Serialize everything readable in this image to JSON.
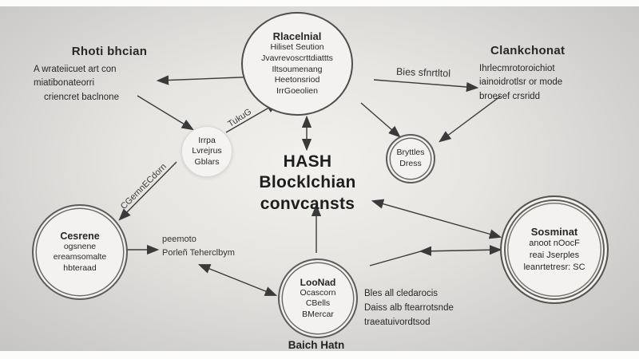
{
  "diagram": {
    "center_title": {
      "lines": [
        "HASH",
        "Blocklchian",
        "convcansts"
      ]
    },
    "top_left": {
      "title": "Rhoti bhcian",
      "lines": [
        "A wrateiicuet art con",
        "miatibonateorri",
        "criencret baclnone"
      ]
    },
    "top_right": {
      "title": "Clankchonat",
      "lines": [
        "Ihrlecmrotoroichiot",
        "iainoidrotlsr or mode",
        "broesef crsridd"
      ]
    },
    "top_circle": {
      "lines": [
        "Rlacelnial",
        "Hiliset Seution",
        "Jvavrevoscrttdiattts",
        "Iltsoumenang",
        "Heetonsriod",
        "IrrGoeolien"
      ]
    },
    "left_small_circle": {
      "lines": [
        "Irrpa",
        "Lvrejrus",
        "Gblars"
      ]
    },
    "right_small_circle": {
      "lines": [
        "Bryttles",
        "Dress"
      ]
    },
    "left_circle": {
      "lines": [
        "Cesrene",
        "ogsnene",
        "ereamsomalte",
        "hbteraad"
      ]
    },
    "bottom_circle": {
      "lines": [
        "LooNad",
        "Ocascorn",
        "CBells",
        "BMercar"
      ]
    },
    "right_circle": {
      "lines": [
        "Sosminat",
        "anoot nOocF",
        "reai Jserples",
        "leanrtetresr: SC"
      ]
    },
    "bottom_caption": "Baich Hatn",
    "bottom_right_text": {
      "lines": [
        "Bles all cledarocis",
        "Daiss alb ftearrotsnde",
        "traeatuivordtsod"
      ]
    },
    "labels": {
      "bies": "Bies sfnrtltol",
      "tukng": "TukuG",
      "cgern": "CGernnECdorn",
      "peemoto_line1": "peemoto",
      "peemoto_line2": "Porleñ Teherclbym"
    },
    "colors": {
      "background_edge": "#c3c2c0",
      "background_center": "#f2f1ee",
      "circle_fill": "#f3f2f0",
      "line": "#3a3a3a",
      "text": "#272727"
    }
  }
}
